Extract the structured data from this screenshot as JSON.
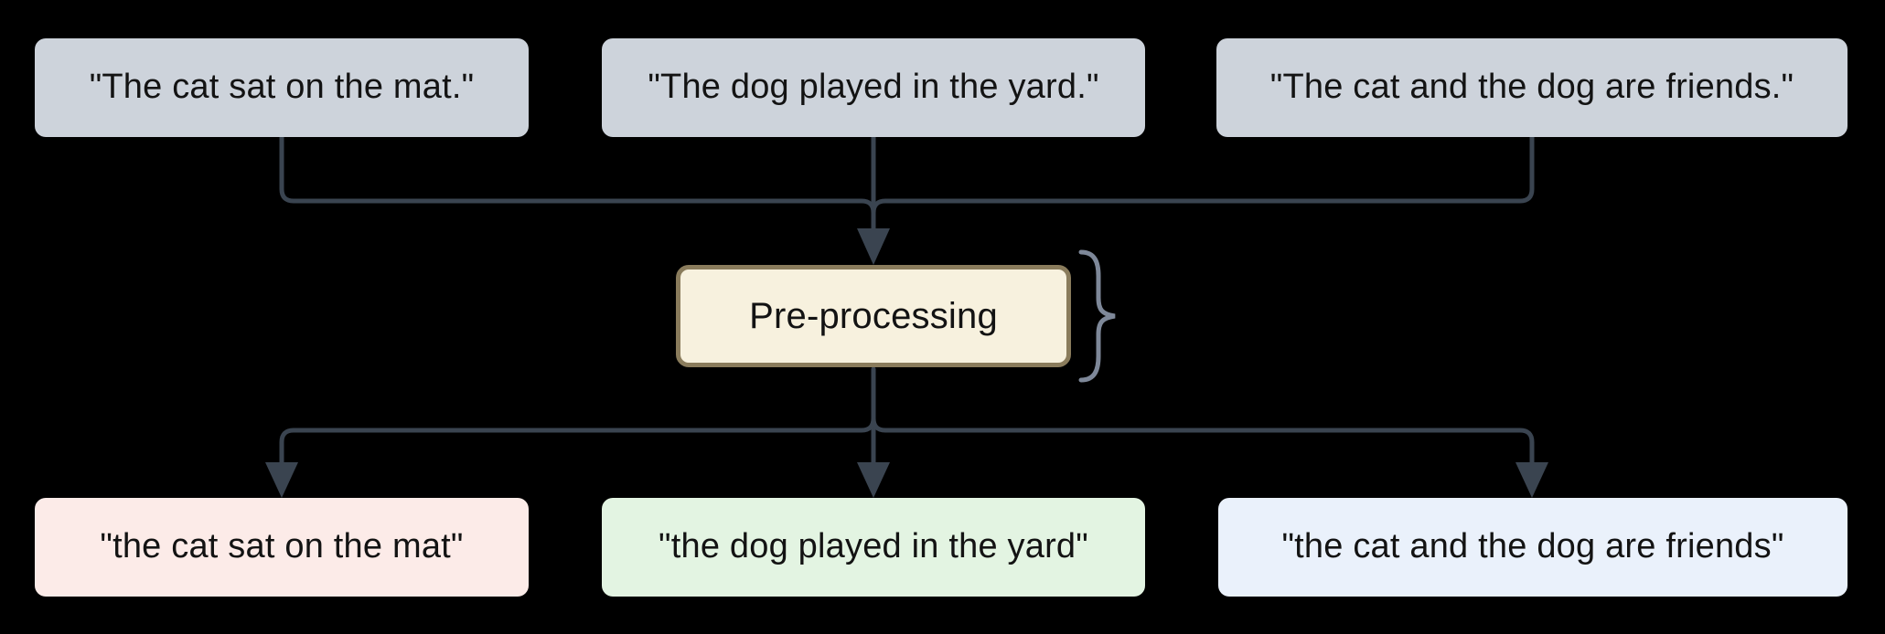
{
  "diagram": {
    "type": "flowchart",
    "direction": "top-to-bottom",
    "inputs": [
      {
        "id": "sentence-1",
        "label": "\"The cat sat on the mat.\""
      },
      {
        "id": "sentence-2",
        "label": "\"The dog played in the yard.\""
      },
      {
        "id": "sentence-3",
        "label": "\"The cat and the dog are friends.\""
      }
    ],
    "process": {
      "id": "pre-processing",
      "label": "Pre-processing"
    },
    "outputs": [
      {
        "id": "output-1",
        "label": "\"the cat sat on the mat\""
      },
      {
        "id": "output-2",
        "label": "\"the dog played in the yard\""
      },
      {
        "id": "output-3",
        "label": "\"the cat and the dog are friends\""
      }
    ],
    "annotations": [
      {
        "id": "curly-brace",
        "glyph": "}",
        "attached_to": "pre-processing"
      }
    ]
  },
  "colors": {
    "background": "#000000",
    "input_fill": "#cdd3db",
    "process_fill": "#f7f1de",
    "process_border": "#8a7c5c",
    "output_fill_1": "#fcebe8",
    "output_fill_2": "#e3f4e2",
    "output_fill_3": "#eaf1fb",
    "edge": "#3a4450",
    "brace": "#7e8899",
    "text": "#131313"
  }
}
